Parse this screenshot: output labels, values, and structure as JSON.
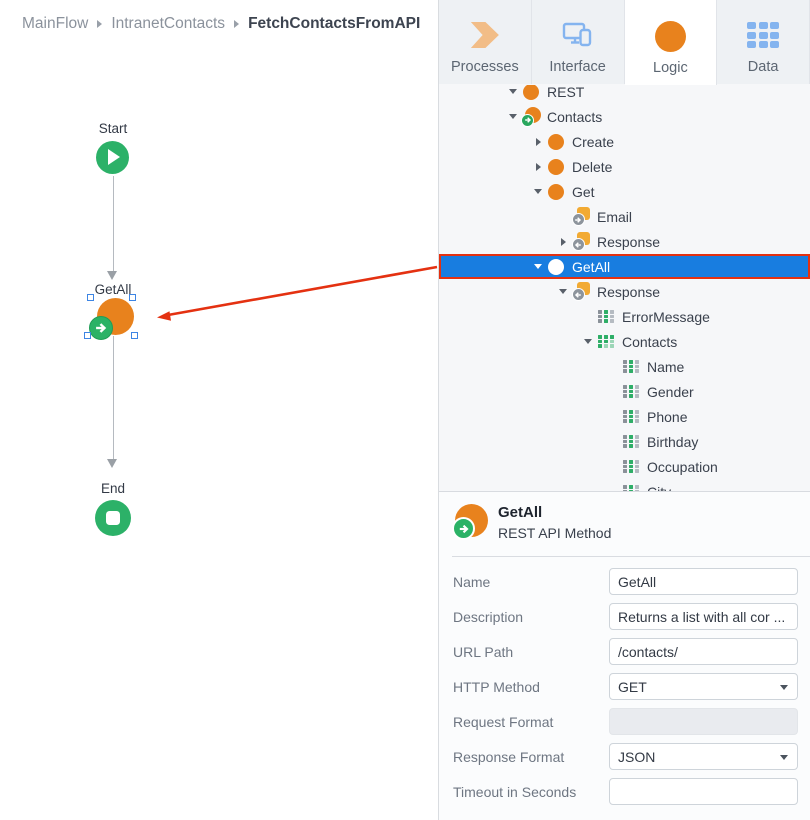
{
  "breadcrumb": {
    "items": [
      "MainFlow",
      "IntranetContacts",
      "FetchContactsFromAPI"
    ]
  },
  "tabs": [
    {
      "label": "Processes",
      "icon": "processes-icon",
      "active": false
    },
    {
      "label": "Interface",
      "icon": "interface-icon",
      "active": false
    },
    {
      "label": "Logic",
      "icon": "logic-icon",
      "active": true
    },
    {
      "label": "Data",
      "icon": "data-icon",
      "active": false
    }
  ],
  "canvas": {
    "nodes": [
      {
        "label": "Start",
        "type": "start"
      },
      {
        "label": "GetAll",
        "type": "rest-method",
        "selected": true
      },
      {
        "label": "End",
        "type": "end"
      }
    ]
  },
  "tree": {
    "items": [
      {
        "label": "REST",
        "icon": "rest-node-icon",
        "level": 2,
        "expander": "open",
        "clipped": true,
        "selected": false
      },
      {
        "label": "Contacts",
        "icon": "rest-api-icon",
        "level": 2,
        "expander": "open",
        "selected": false
      },
      {
        "label": "Create",
        "icon": "rest-method-icon",
        "level": 3,
        "expander": "closed",
        "selected": false
      },
      {
        "label": "Delete",
        "icon": "rest-method-icon",
        "level": 3,
        "expander": "closed",
        "selected": false
      },
      {
        "label": "Get",
        "icon": "rest-method-icon",
        "level": 3,
        "expander": "open",
        "selected": false
      },
      {
        "label": "Email",
        "icon": "input-param-icon",
        "level": 4,
        "expander": "none",
        "selected": false
      },
      {
        "label": "Response",
        "icon": "output-param-icon",
        "level": 4,
        "expander": "closed",
        "selected": false
      },
      {
        "label": "GetAll",
        "icon": "rest-method-selected-icon",
        "level": 3,
        "expander": "open",
        "selected": true
      },
      {
        "label": "Response",
        "icon": "output-param-icon",
        "level": 4,
        "expander": "open",
        "selected": false
      },
      {
        "label": "ErrorMessage",
        "icon": "attribute-icon",
        "level": 5,
        "expander": "none",
        "selected": false
      },
      {
        "label": "Contacts",
        "icon": "structure-icon",
        "level": 5,
        "expander": "open",
        "selected": false
      },
      {
        "label": "Name",
        "icon": "attribute-icon",
        "level": 6,
        "expander": "none",
        "selected": false
      },
      {
        "label": "Gender",
        "icon": "attribute-icon",
        "level": 6,
        "expander": "none",
        "selected": false
      },
      {
        "label": "Phone",
        "icon": "attribute-icon",
        "level": 6,
        "expander": "none",
        "selected": false
      },
      {
        "label": "Birthday",
        "icon": "attribute-icon",
        "level": 6,
        "expander": "none",
        "selected": false
      },
      {
        "label": "Occupation",
        "icon": "attribute-icon",
        "level": 6,
        "expander": "none",
        "selected": false
      },
      {
        "label": "City",
        "icon": "attribute-icon",
        "level": 6,
        "expander": "none",
        "selected": false
      }
    ]
  },
  "properties": {
    "title": "GetAll",
    "subtitle": "REST API Method",
    "fields": [
      {
        "label": "Name",
        "value": "GetAll",
        "type": "text"
      },
      {
        "label": "Description",
        "value": "Returns a list with all cor ...",
        "type": "text"
      },
      {
        "label": "URL Path",
        "value": "/contacts/",
        "type": "text"
      },
      {
        "label": "HTTP Method",
        "value": "GET",
        "type": "select"
      },
      {
        "label": "Request Format",
        "value": "",
        "type": "disabled"
      },
      {
        "label": "Response Format",
        "value": "JSON",
        "type": "select"
      },
      {
        "label": "Timeout in Seconds",
        "value": "",
        "type": "text"
      }
    ]
  },
  "colors": {
    "accent_orange": "#e8821d",
    "accent_green": "#2cb168",
    "selection_blue": "#187de0",
    "annotation_red": "#e43111",
    "param_yellow": "#f2aa33",
    "tab_icon_blue": "#84b4ef"
  }
}
